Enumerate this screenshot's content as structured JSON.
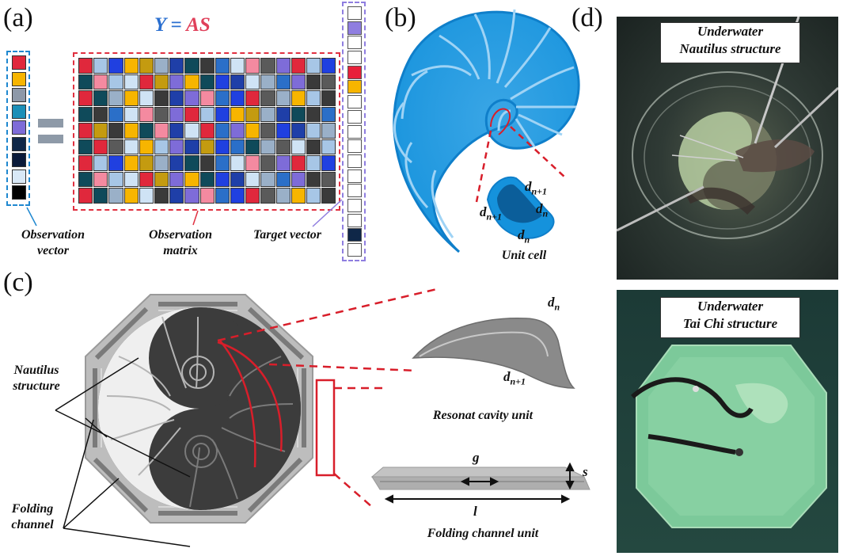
{
  "panels": {
    "a": "(a)",
    "b": "(b)",
    "c": "(c)",
    "d": "(d)"
  },
  "equation": {
    "y": "Y",
    "eq": "=",
    "as": "AS"
  },
  "panel_a": {
    "observation_vector": "Observation vector",
    "observation_matrix": "Observation matrix",
    "target_vector": "Target vector",
    "vector_colors": [
      "#e0283c",
      "#f7b500",
      "#8d98a8",
      "#1b8fb8",
      "#7e6cd8",
      "#0f2748",
      "#0a1a3a",
      "#d8e8f6",
      "#000000"
    ],
    "target_colors": [
      "#ffffff",
      "#8f7ee0",
      "#ffffff",
      "#ffffff",
      "#e8203a",
      "#f7b500",
      "#ffffff",
      "#ffffff",
      "#ffffff",
      "#ffffff",
      "#ffffff",
      "#ffffff",
      "#ffffff",
      "#ffffff",
      "#ffffff",
      "#0f2748",
      "#ffffff"
    ],
    "matrix_palette": [
      "#e0283c",
      "#f7b500",
      "#1f3fa8",
      "#2b6fc8",
      "#5a5a5a",
      "#a7c6e6",
      "#c49b10",
      "#0f4a5a",
      "#cfe3f5",
      "#7e6cd8",
      "#2040e0",
      "#9ab0c8",
      "#3a3a3a",
      "#f48aa0"
    ]
  },
  "panel_b": {
    "unit_cell": "Unit cell",
    "d_n1_a": "d",
    "d_n1_a_sub": "n+1",
    "d_n1_b": "d",
    "d_n1_b_sub": "n+1",
    "d_n_a": "d",
    "d_n_a_sub": "n",
    "d_n_b": "d",
    "d_n_b_sub": "n"
  },
  "panel_c": {
    "nautilus_structure": "Nautilus structure",
    "folding_channel": "Folding channel",
    "resonat_cavity_unit": "Resonat cavity unit",
    "folding_channel_unit": "Folding channel unit",
    "d_n": "d",
    "d_n_sub": "n",
    "d_n1": "d",
    "d_n1_sub": "n+1",
    "g": "g",
    "s": "s",
    "l": "l"
  },
  "panel_d": {
    "top_line1": "Underwater",
    "top_line2": "Nautilus structure",
    "bottom_line1": "Underwater",
    "bottom_line2": "Tai Chi structure"
  }
}
